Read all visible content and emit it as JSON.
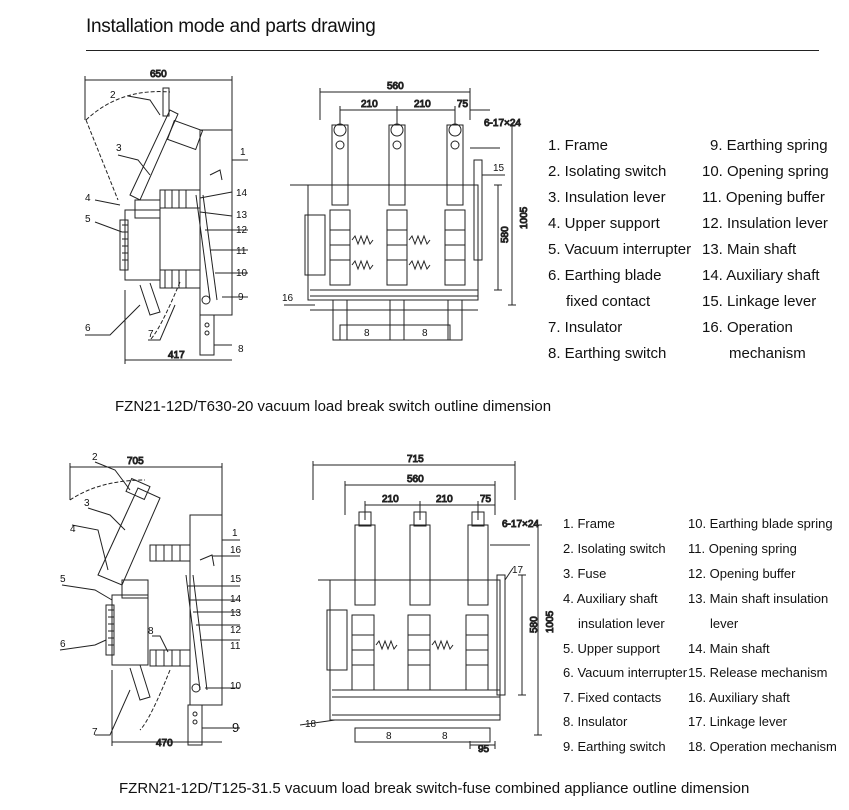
{
  "header": {
    "title": "Installation mode and parts drawing"
  },
  "figure1": {
    "caption": "FZN21-12D/T630-20 vacuum load break switch outline dimension",
    "side_dims": {
      "width_top": "650",
      "width_bottom": "417"
    },
    "front_dims": {
      "overall": "560",
      "pitch1": "210",
      "pitch2": "210",
      "offset": "75",
      "slot": "6-17×24",
      "height_inner": "580",
      "height_outer": "1005"
    },
    "callouts_left": [
      "1",
      "2",
      "3",
      "4",
      "5",
      "6",
      "7",
      "8",
      "9",
      "10",
      "11",
      "12",
      "13",
      "14"
    ],
    "callouts_front": [
      "15",
      "16"
    ],
    "legend": [
      {
        "text": "1. Frame"
      },
      {
        "text": "2. Isolating switch"
      },
      {
        "text": "3. Insulation lever"
      },
      {
        "text": "4. Upper support"
      },
      {
        "text": "5. Vacuum interrupter"
      },
      {
        "text": "6. Earthing blade"
      },
      {
        "text": "fixed contact"
      },
      {
        "text": "7. Insulator"
      },
      {
        "text": "8. Earthing switch"
      },
      {
        "text": "9. Earthing spring"
      },
      {
        "text": "10. Opening spring"
      },
      {
        "text": "11. Opening buffer"
      },
      {
        "text": "12. Insulation lever"
      },
      {
        "text": "13. Main shaft"
      },
      {
        "text": "14. Auxiliary shaft"
      },
      {
        "text": "15. Linkage lever"
      },
      {
        "text": "16. Operation"
      },
      {
        "text": "mechanism"
      }
    ]
  },
  "figure2": {
    "caption": "FZRN21-12D/T125-31.5 vacuum load break switch-fuse combined appliance outline dimension",
    "side_dims": {
      "width_top": "705",
      "width_bottom": "470"
    },
    "front_dims": {
      "overall": "715",
      "inner": "560",
      "pitch1": "210",
      "pitch2": "210",
      "offset": "75",
      "slot": "6-17×24",
      "height_inner": "580",
      "height_outer": "1005",
      "bottom": "95"
    },
    "callouts_left": [
      "1",
      "2",
      "3",
      "4",
      "5",
      "6",
      "7",
      "8",
      "9",
      "10",
      "11",
      "12",
      "13",
      "14",
      "15",
      "16"
    ],
    "callouts_front": [
      "17",
      "18"
    ],
    "legend": [
      {
        "text": "1. Frame"
      },
      {
        "text": "2. Isolating switch"
      },
      {
        "text": "3. Fuse"
      },
      {
        "text": "4. Auxiliary shaft"
      },
      {
        "text": "insulation lever"
      },
      {
        "text": "5. Upper support"
      },
      {
        "text": "6. Vacuum interrupter"
      },
      {
        "text": "7. Fixed contacts"
      },
      {
        "text": "8. Insulator"
      },
      {
        "text": "9. Earthing switch"
      },
      {
        "text": "10. Earthing blade spring"
      },
      {
        "text": "11. Opening spring"
      },
      {
        "text": "12. Opening buffer"
      },
      {
        "text": "13. Main shaft insulation"
      },
      {
        "text": "lever"
      },
      {
        "text": "14. Main shaft"
      },
      {
        "text": "15. Release mechanism"
      },
      {
        "text": "16. Auxiliary shaft"
      },
      {
        "text": "17. Linkage lever"
      },
      {
        "text": "18. Operation mechanism"
      }
    ]
  }
}
